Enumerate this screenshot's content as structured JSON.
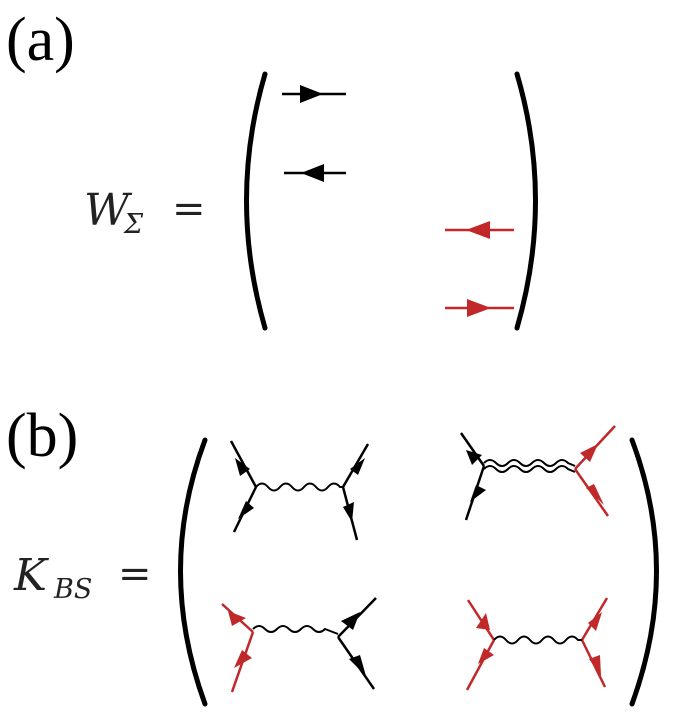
{
  "panels": {
    "a": {
      "label": "(a)",
      "symbol": "W",
      "subscript": "Σ",
      "equals": "="
    },
    "b": {
      "label": "(b)",
      "symbol": "K",
      "subscript": "BS",
      "equals": "="
    }
  },
  "colors": {
    "black": "#000000",
    "red": "#c0282a"
  }
}
